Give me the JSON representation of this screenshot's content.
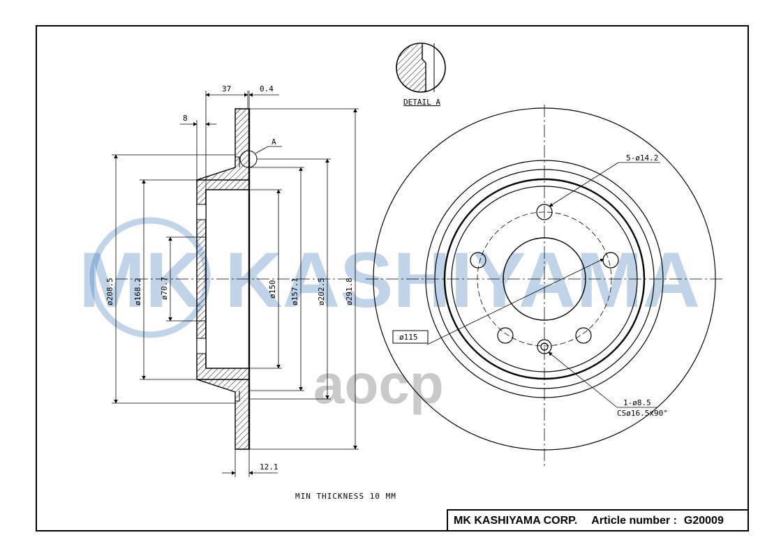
{
  "watermark": {
    "text": "MK KASHIYAMA",
    "secondary_text": "aocp",
    "color": "#1e66b4"
  },
  "dimensions": {
    "width_37": "37",
    "offset_04": "0.4",
    "width_8": "8",
    "detail_marker": "A",
    "detail_label": "DETAIL A",
    "d208": "ø208.5",
    "d168": "ø168.2",
    "d70": "ø70.7",
    "d150": "ø150",
    "d157": "ø157.1",
    "d202": "ø202.5",
    "d291": "ø291.8",
    "thickness_121": "12.1",
    "bolt_holes": "5-ø14.2",
    "pcd": "ø115",
    "locator_hole": "1-ø8.5",
    "countersink": "CSø16.5x90°"
  },
  "notes": {
    "min_thickness": "MIN THICKNESS 10 MM"
  },
  "title_block": {
    "company": "MK KASHIYAMA CORP.",
    "article_label": "Article number :",
    "article_number": "G20009"
  }
}
